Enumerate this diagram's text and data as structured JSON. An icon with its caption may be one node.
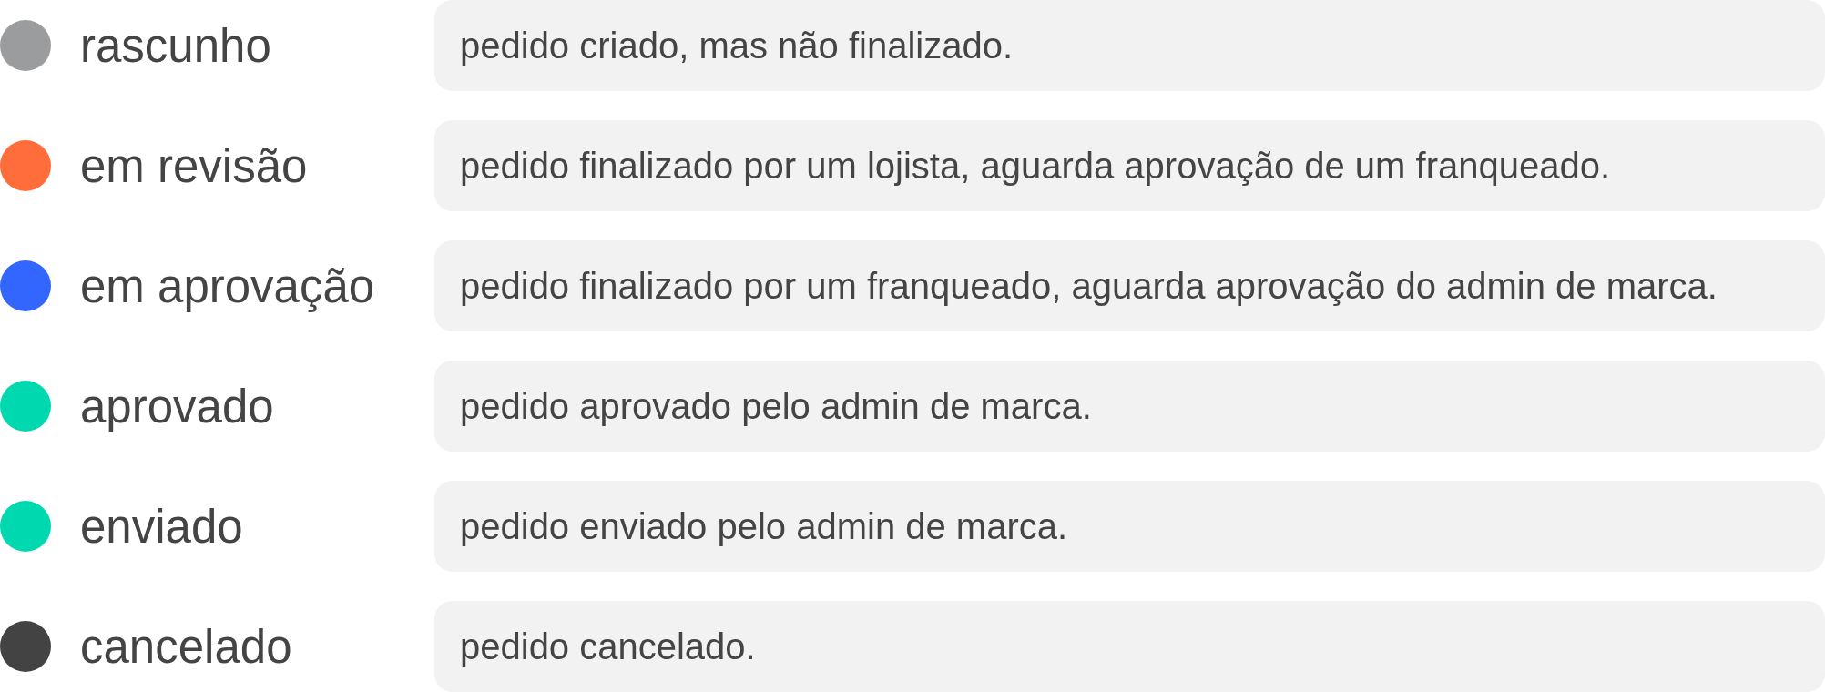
{
  "diagram": {
    "nodes": [
      {
        "text": [
          "pedido criado, mas não finalizado."
        ]
      },
      {
        "text": [
          "pedido finalizado por um lojista, aguarda aprovação de um franqueado."
        ]
      },
      {
        "text": [
          "pedido finalizado por um franqueado, aguarda aprovação do admin de marca."
        ]
      },
      {
        "text": [
          "pedido aprovado pelo admin de marca."
        ]
      },
      {
        "text": [
          "pedido enviado pelo admin de marca."
        ]
      },
      {
        "text": [
          "pedido cancelado."
        ]
      }
    ],
    "edges": [],
    "legend": [
      {
        "text": "rascunho",
        "color": "#9b9c9e"
      },
      {
        "text": "em revisão",
        "color": "#ff6d3b"
      },
      {
        "text": "em aprovação",
        "color": "#3366ff"
      },
      {
        "text": "aprovado",
        "color": "#00d9b0"
      },
      {
        "text": "enviado",
        "color": "#00d9b0"
      },
      {
        "text": "cancelado",
        "color": "#434343"
      }
    ]
  }
}
